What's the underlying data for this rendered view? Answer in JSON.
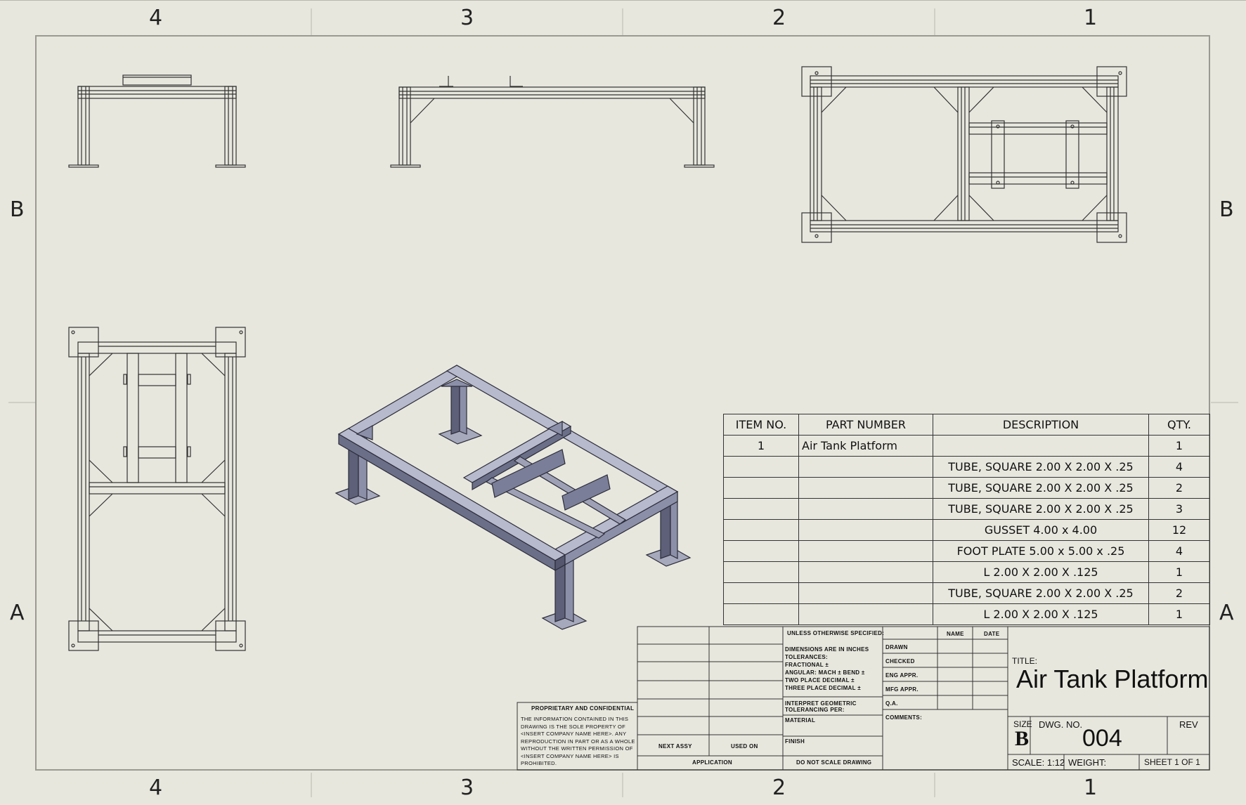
{
  "zones": {
    "top_numbers": [
      "4",
      "3",
      "2",
      "1"
    ],
    "bottom_numbers": [
      "4",
      "3",
      "2",
      "1"
    ],
    "left_letters": [
      "B",
      "A"
    ],
    "right_letters": [
      "B",
      "A"
    ]
  },
  "bom": {
    "headers": [
      "ITEM NO.",
      "PART NUMBER",
      "DESCRIPTION",
      "QTY."
    ],
    "rows": [
      {
        "item": "1",
        "part": "Air Tank Platform",
        "desc": "",
        "qty": "1"
      },
      {
        "item": "",
        "part": "",
        "desc": "TUBE, SQUARE 2.00 X 2.00 X .25",
        "qty": "4"
      },
      {
        "item": "",
        "part": "",
        "desc": "TUBE, SQUARE 2.00 X 2.00 X .25",
        "qty": "2"
      },
      {
        "item": "",
        "part": "",
        "desc": "TUBE, SQUARE 2.00 X 2.00 X .25",
        "qty": "3"
      },
      {
        "item": "",
        "part": "",
        "desc": "GUSSET 4.00 x 4.00",
        "qty": "12"
      },
      {
        "item": "",
        "part": "",
        "desc": "FOOT PLATE 5.00 x 5.00 x .25",
        "qty": "4"
      },
      {
        "item": "",
        "part": "",
        "desc": "L 2.00 X 2.00 X .125",
        "qty": "1"
      },
      {
        "item": "",
        "part": "",
        "desc": "TUBE, SQUARE 2.00 X 2.00 X .25",
        "qty": "2"
      },
      {
        "item": "",
        "part": "",
        "desc": "L 2.00 X 2.00 X .125",
        "qty": "1"
      }
    ]
  },
  "title_block": {
    "proprietary_title": "PROPRIETARY AND CONFIDENTIAL",
    "proprietary_lines": [
      "THE INFORMATION CONTAINED IN THIS",
      "DRAWING IS THE SOLE PROPERTY OF",
      "<INSERT COMPANY NAME HERE>. ANY",
      "REPRODUCTION IN PART OR AS A WHOLE",
      "WITHOUT THE WRITTEN PERMISSION OF",
      "<INSERT COMPANY NAME HERE> IS",
      "PROHIBITED."
    ],
    "next_assy": "NEXT ASSY",
    "used_on": "USED ON",
    "application": "APPLICATION",
    "do_not_scale": "DO NOT SCALE DRAWING",
    "unless": "UNLESS OTHERWISE SPECIFIED:",
    "tolerance_lines": [
      "DIMENSIONS ARE IN INCHES",
      "TOLERANCES:",
      "FRACTIONAL ±",
      "ANGULAR: MACH ±    BEND ±",
      "TWO PLACE DECIMAL    ±",
      "THREE PLACE DECIMAL  ±"
    ],
    "interpret": [
      "INTERPRET GEOMETRIC",
      "TOLERANCING PER:"
    ],
    "material": "MATERIAL",
    "finish": "FINISH",
    "name_header": "NAME",
    "date_header": "DATE",
    "sign_rows": [
      "DRAWN",
      "CHECKED",
      "ENG APPR.",
      "MFG APPR.",
      "Q.A.",
      "COMMENTS:"
    ],
    "title_label": "TITLE:",
    "title": "Air Tank Platform",
    "size_label": "SIZE",
    "size": "B",
    "dwg_label": "DWG.  NO.",
    "dwg_no": "004",
    "rev_label": "REV",
    "scale": "SCALE: 1:12",
    "weight": "WEIGHT:",
    "sheet": "SHEET 1 OF 1"
  },
  "colors": {
    "background": "#e8e7de",
    "line": "#333333",
    "iso_fill": "#8c8fa8",
    "iso_dark": "#54576e",
    "iso_light": "#b7b9cc"
  }
}
